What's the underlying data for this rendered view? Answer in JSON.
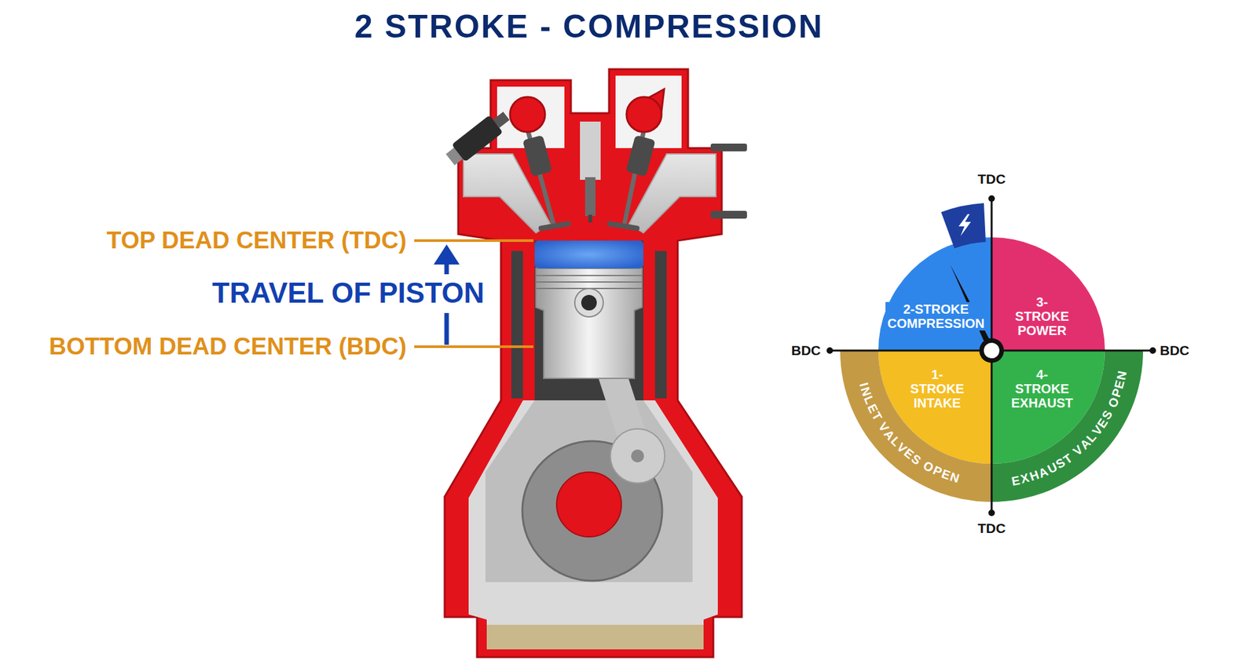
{
  "diagram": {
    "title": "2 STROKE - COMPRESSION",
    "nodes": [
      {
        "text": [
          "2-STROKE COMPRESSION"
        ]
      },
      {
        "text": [
          "3-STROKE POWER"
        ]
      },
      {
        "text": [
          "1-STROKE INTAKE"
        ]
      },
      {
        "text": [
          "4-STROKE EXHAUST"
        ]
      },
      {
        "text": [
          "INLET VALVES OPEN"
        ]
      },
      {
        "text": [
          "EXHAUST VALVES OPEN"
        ]
      }
    ],
    "labels": [
      "TOP DEAD CENTER (TDC)",
      "TRAVEL OF PISTON",
      "BOTTOM DEAD CENTER (BDC)",
      "TDC",
      "BDC",
      "BDC",
      "TDC"
    ]
  }
}
